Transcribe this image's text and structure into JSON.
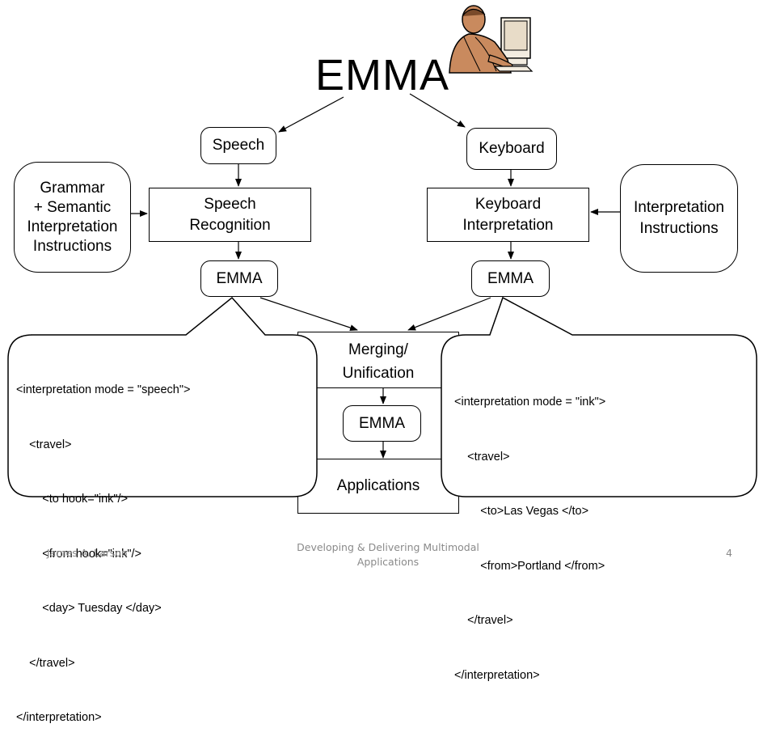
{
  "title": "EMMA",
  "nodes": {
    "speech": "Speech",
    "keyboard": "Keyboard",
    "grammar": [
      "Grammar",
      "+ Semantic",
      "Interpretation",
      "Instructions"
    ],
    "speech_recognition": [
      "Speech",
      "Recognition"
    ],
    "keyboard_interpretation": [
      "Keyboard",
      "Interpretation"
    ],
    "interpretation_instructions": [
      "Interpretation",
      "Instructions"
    ],
    "emma_left": "EMMA",
    "emma_right": "EMMA",
    "merging": [
      "Merging/",
      "Unification"
    ],
    "emma_center": "EMMA",
    "applications": "Applications"
  },
  "callouts": {
    "speech_xml": [
      "<interpretation mode = \"speech\">",
      "    <travel>",
      "        <to hook=\"ink\"/>",
      "        <from hook=\"ink\"/>",
      "        <day> Tuesday </day>",
      "    </travel>",
      "</interpretation>"
    ],
    "ink_xml": [
      "<interpretation mode = \"ink\">",
      "    <travel>",
      "        <to>Las Vegas </to>",
      "        <from>Portland </from>",
      "    </travel>",
      "</interpretation>"
    ]
  },
  "footer": {
    "author": "James A. Larson",
    "center_line1": "Developing & Delivering Multimodal",
    "center_line2": "Applications",
    "page": "4"
  },
  "clipart": "person-at-computer-icon"
}
